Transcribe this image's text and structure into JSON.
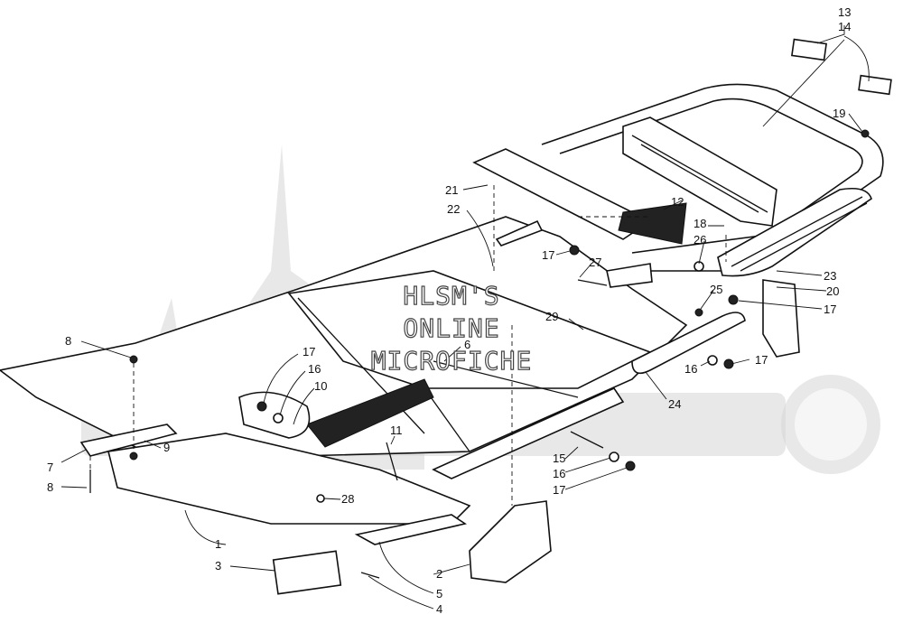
{
  "watermark": {
    "line1": "HLSM'S",
    "line2": "ONLINE",
    "line3": "MICROFICHE"
  },
  "callouts": [
    {
      "id": "c13",
      "label": "13"
    },
    {
      "id": "c14",
      "label": "14"
    },
    {
      "id": "c19",
      "label": "19"
    },
    {
      "id": "c12",
      "label": "12"
    },
    {
      "id": "c21",
      "label": "21"
    },
    {
      "id": "c22",
      "label": "22"
    },
    {
      "id": "c18",
      "label": "18"
    },
    {
      "id": "c26",
      "label": "26"
    },
    {
      "id": "c17a",
      "label": "17"
    },
    {
      "id": "c27",
      "label": "27"
    },
    {
      "id": "c23",
      "label": "23"
    },
    {
      "id": "c25",
      "label": "25"
    },
    {
      "id": "c20",
      "label": "20"
    },
    {
      "id": "c17b",
      "label": "17"
    },
    {
      "id": "c29",
      "label": "29"
    },
    {
      "id": "c6",
      "label": "6"
    },
    {
      "id": "c8a",
      "label": "8"
    },
    {
      "id": "c17c",
      "label": "17"
    },
    {
      "id": "c16a",
      "label": "16"
    },
    {
      "id": "c10",
      "label": "10"
    },
    {
      "id": "c16b",
      "label": "16"
    },
    {
      "id": "c17d",
      "label": "17"
    },
    {
      "id": "c24",
      "label": "24"
    },
    {
      "id": "c9",
      "label": "9"
    },
    {
      "id": "c11",
      "label": "11"
    },
    {
      "id": "c7",
      "label": "7"
    },
    {
      "id": "c8b",
      "label": "8"
    },
    {
      "id": "c28",
      "label": "28"
    },
    {
      "id": "c15",
      "label": "15"
    },
    {
      "id": "c16c",
      "label": "16"
    },
    {
      "id": "c17e",
      "label": "17"
    },
    {
      "id": "c1",
      "label": "1"
    },
    {
      "id": "c3",
      "label": "3"
    },
    {
      "id": "c2",
      "label": "2"
    },
    {
      "id": "c5",
      "label": "5"
    },
    {
      "id": "c4",
      "label": "4"
    }
  ]
}
